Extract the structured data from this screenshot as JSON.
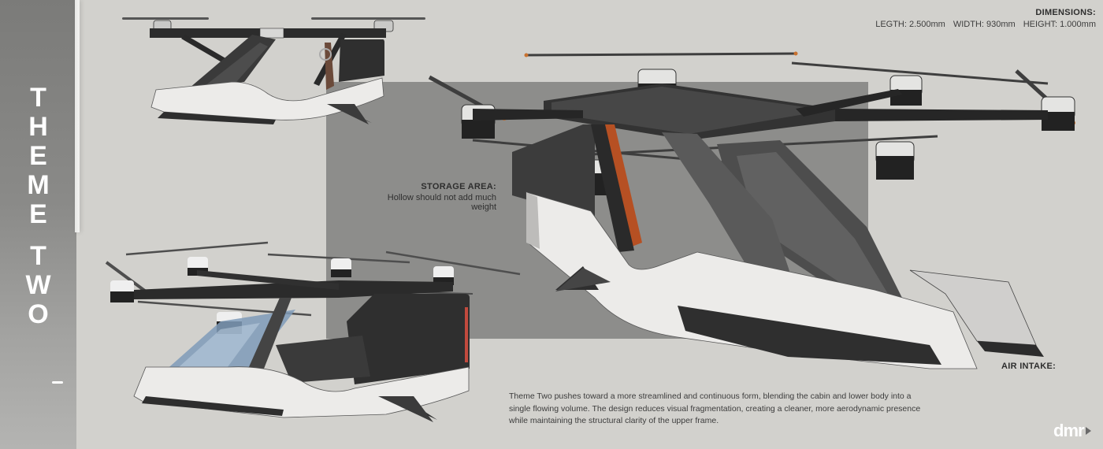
{
  "sheet": {
    "title_letters_line1": [
      "T",
      "H",
      "E",
      "M",
      "E"
    ],
    "title_letters_line2": [
      "T",
      "W",
      "O"
    ],
    "title": "THEME TWO"
  },
  "dimensions": {
    "heading": "DIMENSIONS:",
    "length": "LEGTH: 2.500mm",
    "width": "WIDTH: 930mm",
    "height": "HEIGHT: 1.000mm"
  },
  "annotations": {
    "storage_heading": "STORAGE AREA:",
    "storage_note": "Hollow should not add much weight",
    "air_intake_heading": "AIR INTAKE:"
  },
  "description": "Theme Two pushes toward a more streamlined and continuous form, blending the cabin and lower body into a single flowing volume. The design reduces visual fragmentation, creating a cleaner, more aerodynamic presence while maintaining the structural clarity of the upper frame.",
  "logo": {
    "text": "dmr"
  },
  "renderings": [
    {
      "view": "side-elevation",
      "position": "top-left"
    },
    {
      "view": "three-quarter-front",
      "position": "bottom-left"
    },
    {
      "view": "three-quarter-hero",
      "position": "right"
    }
  ],
  "colors": {
    "background": "#d2d1cd",
    "sidebar": "#8a8a88",
    "panel": "#8d8d8b",
    "frame_dark": "#2a2a2a",
    "body_silver": "#e8e8e6",
    "accent_orange": "#c8552a",
    "canopy_blue": "#7f9bb8"
  }
}
